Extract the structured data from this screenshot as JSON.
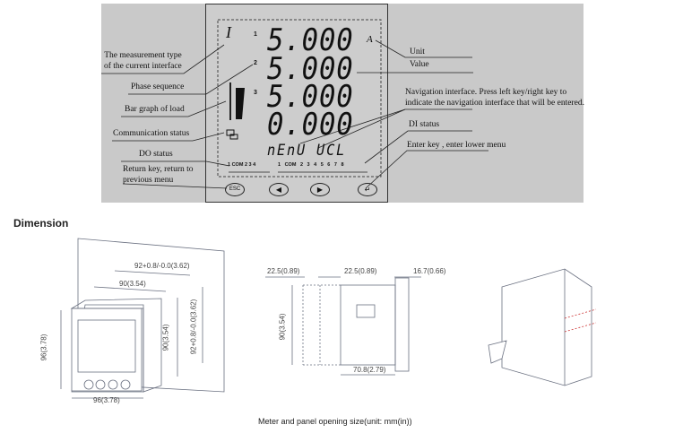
{
  "display": {
    "type_symbol": "I",
    "unit_symbol": "A",
    "phase_numbers": [
      "1",
      "2",
      "3",
      ""
    ],
    "rows": [
      "5.000",
      "5.000",
      "5.000",
      "0.000"
    ],
    "nav_text": "nEnU UCL",
    "do_scale": "1 COM 2  3  4",
    "di_scale": "1 COM 2  3  4  5  6  7  8",
    "buttons": {
      "return": "ESC",
      "left": "◀",
      "right": "▶",
      "enter": "↵"
    }
  },
  "annotations": {
    "measurement_type": [
      "The measurement type",
      "of the current interface"
    ],
    "phase_sequence": "Phase sequence",
    "bar_graph": "Bar graph of load",
    "communication": "Communication status",
    "do_status": "DO status",
    "return_key": [
      "Return key, return to",
      "previous menu"
    ],
    "unit": "Unit",
    "value": "Value",
    "navigation": [
      "Navigation interface. Press left key/right key to",
      "indicate the navigation interface that will be entered."
    ],
    "di_status": "DI status",
    "enter_key": "Enter key , enter lower menu"
  },
  "dimension": {
    "heading": "Dimension",
    "front": {
      "opening_w": "92+0.8/-0.0(3.62)",
      "body_w": "90(3.54)",
      "height": "96(3.78)",
      "body_h": "90(3.54)",
      "opening_h": "92+0.8/-0.0(3.62)",
      "width": "96(3.78)"
    },
    "side": {
      "gap1": "22.5(0.89)",
      "gap2": "22.5(0.89)",
      "front_depth": "16.7(0.66)",
      "height": "90(3.54)",
      "depth": "70.8(2.79)"
    },
    "caption": "Meter and panel opening size(unit: mm(in))"
  }
}
